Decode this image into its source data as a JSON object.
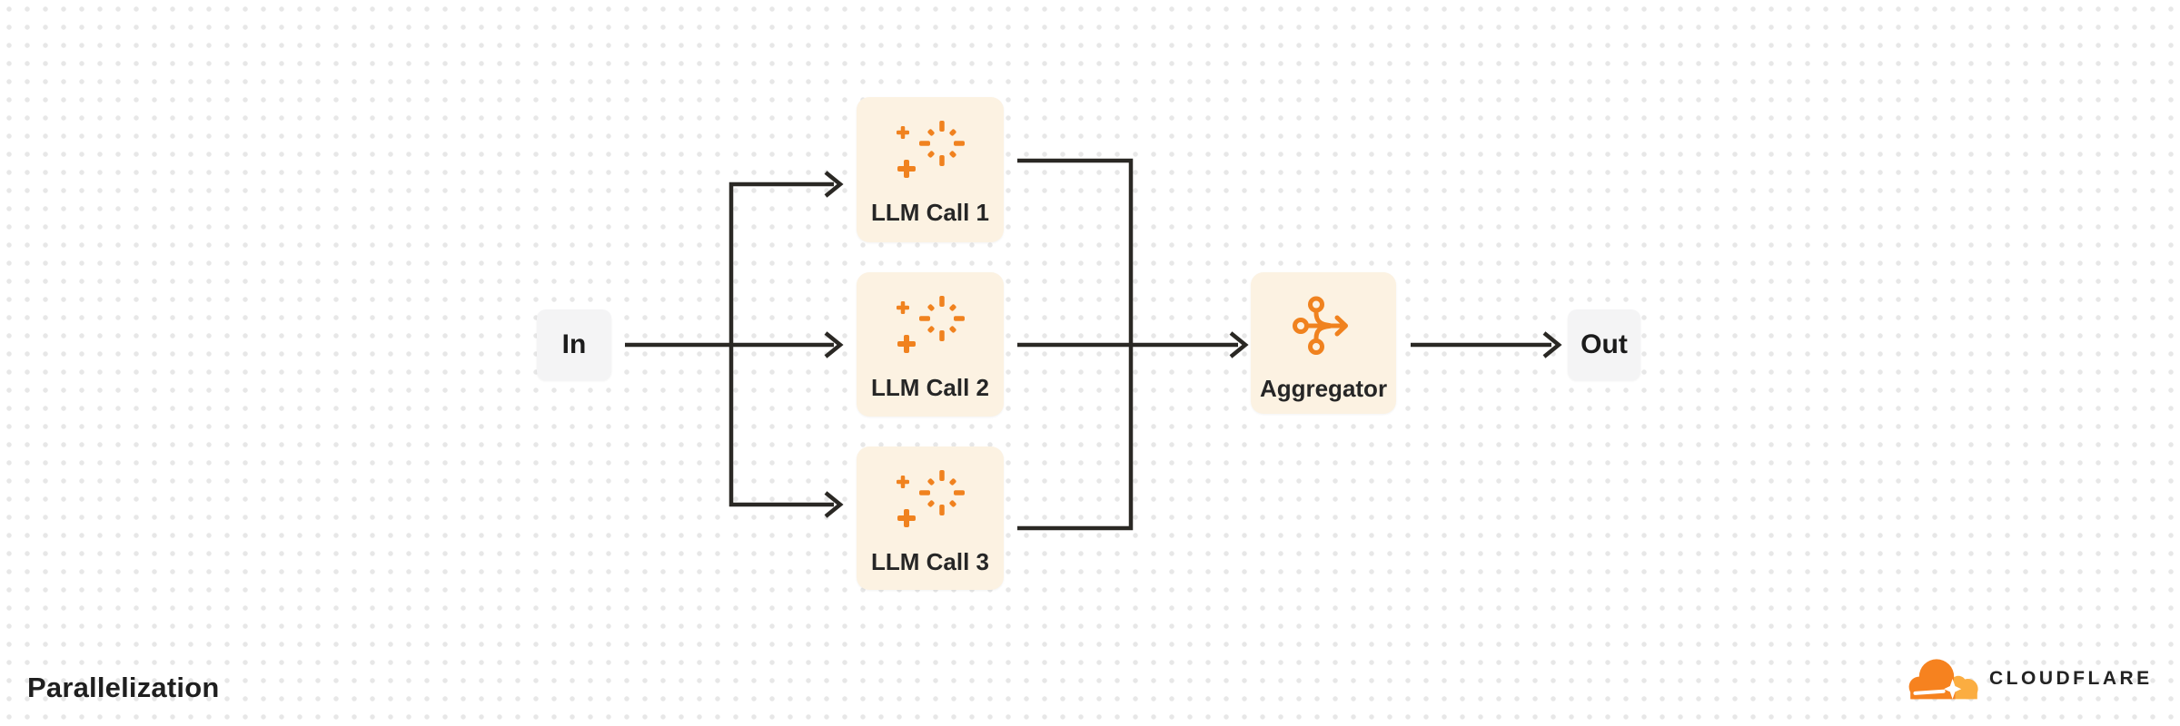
{
  "title": "Parallelization",
  "nodes": {
    "in": {
      "label": "In",
      "type": "terminal"
    },
    "llm1": {
      "label": "LLM Call 1",
      "type": "task",
      "icon": "sparkle-icon"
    },
    "llm2": {
      "label": "LLM Call 2",
      "type": "task",
      "icon": "sparkle-icon"
    },
    "llm3": {
      "label": "LLM Call 3",
      "type": "task",
      "icon": "sparkle-icon"
    },
    "aggregator": {
      "label": "Aggregator",
      "type": "task",
      "icon": "merge-arrow-icon"
    },
    "out": {
      "label": "Out",
      "type": "terminal"
    }
  },
  "edges": [
    "in -> llm1",
    "in -> llm2",
    "in -> llm3",
    "llm1 -> aggregator",
    "llm2 -> aggregator",
    "llm3 -> aggregator",
    "aggregator -> out"
  ],
  "branding": {
    "wordmark": "CLOUDFLARE",
    "logo": "cloudflare-cloud-logo"
  },
  "colors": {
    "background": "#FFFFFF",
    "grid_dot": "#E7E7E7",
    "task_fill": "#FCF2E2",
    "terminal_fill": "#F4F4F5",
    "accent_orange": "#F0821F",
    "connector": "#2A2824",
    "text": "#262626",
    "cloudflare_orange": "#F6821F",
    "cloudflare_light_orange": "#FBAD41"
  }
}
